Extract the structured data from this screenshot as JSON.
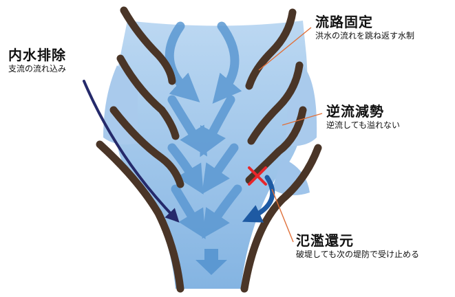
{
  "labels": {
    "inner_drainage": {
      "title": "内水排除",
      "sub": "支流の流れ込み"
    },
    "channel_fixing": {
      "title": "流路固定",
      "sub": "洪水の流れを跳ね返す水制"
    },
    "backflow_reduction": {
      "title": "逆流減勢",
      "sub": "逆流しても溢れない"
    },
    "overflow_return": {
      "title": "氾濫還元",
      "sub": "破堤しても次の堤防で受け止める"
    }
  },
  "colors": {
    "water": "#8ab8e4",
    "water_light": "#b9d5f0",
    "flow_arrow": "#5b98d2",
    "levee": "#4a3527",
    "tributary_arrow": "#252a6b",
    "return_arrow": "#1e5aa3",
    "break_mark": "#e8262b",
    "leader_line": "#e0703a"
  },
  "icons": {
    "break_mark": "x-mark-icon",
    "downstream": "down-arrow-icon"
  }
}
